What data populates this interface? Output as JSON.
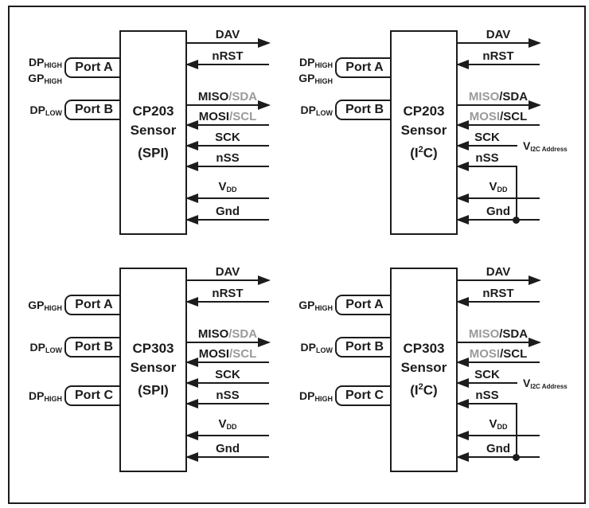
{
  "palette": {
    "ink": "#1c1c1c",
    "muted_protocol": "#9a9a9a",
    "background": "#ffffff"
  },
  "diagrams": [
    {
      "name": "CP203 Sensor (SPI)",
      "model": "CP203",
      "kind": "Sensor",
      "iface_pre": "(SPI)",
      "iface_sup": "",
      "iface_post": "",
      "ports": [
        {
          "name": "Port A",
          "pins": [
            {
              "t": "DP",
              "sub": "HIGH"
            },
            {
              "t": "GP",
              "sub": "HIGH"
            }
          ]
        },
        {
          "name": "Port B",
          "pins": [
            {
              "t": "DP",
              "sub": "LOW"
            }
          ]
        }
      ],
      "signals": [
        {
          "dir": "out",
          "parts": [
            {
              "t": "DAV",
              "c": ""
            }
          ]
        },
        {
          "dir": "in",
          "parts": [
            {
              "t": "nRST",
              "c": ""
            }
          ]
        },
        {
          "dir": "out",
          "parts": [
            {
              "t": "MISO",
              "c": ""
            },
            {
              "t": "/SDA",
              "c": "muted"
            }
          ]
        },
        {
          "dir": "in",
          "parts": [
            {
              "t": "MOSI",
              "c": ""
            },
            {
              "t": "/SCL",
              "c": "muted"
            }
          ]
        },
        {
          "dir": "in",
          "parts": [
            {
              "t": "SCK",
              "c": ""
            }
          ]
        },
        {
          "dir": "in",
          "parts": [
            {
              "t": "nSS",
              "c": ""
            }
          ]
        },
        {
          "dir": "in",
          "parts": [
            {
              "t": "V",
              "sub": "DD",
              "c": ""
            }
          ]
        },
        {
          "dir": "in",
          "parts": [
            {
              "t": "Gnd",
              "c": ""
            }
          ]
        }
      ]
    },
    {
      "name": "CP203 Sensor (I2C)",
      "model": "CP203",
      "kind": "Sensor",
      "iface_pre": "(I",
      "iface_sup": "2",
      "iface_post": "C)",
      "i2c_addr": {
        "t": "V",
        "sub": "I2C Address"
      },
      "ports": [
        {
          "name": "Port A",
          "pins": [
            {
              "t": "DP",
              "sub": "HIGH"
            },
            {
              "t": "GP",
              "sub": "HIGH"
            }
          ]
        },
        {
          "name": "Port B",
          "pins": [
            {
              "t": "DP",
              "sub": "LOW"
            }
          ]
        }
      ],
      "signals": [
        {
          "dir": "out",
          "parts": [
            {
              "t": "DAV",
              "c": ""
            }
          ]
        },
        {
          "dir": "in",
          "parts": [
            {
              "t": "nRST",
              "c": ""
            }
          ]
        },
        {
          "dir": "out",
          "parts": [
            {
              "t": "MISO",
              "c": "muted"
            },
            {
              "t": "/SDA",
              "c": ""
            }
          ]
        },
        {
          "dir": "in",
          "parts": [
            {
              "t": "MOSI",
              "c": "muted"
            },
            {
              "t": "/SCL",
              "c": ""
            }
          ]
        },
        {
          "dir": "in",
          "parts": [
            {
              "t": "SCK",
              "c": ""
            }
          ],
          "connects_to": "V I2C Address"
        },
        {
          "dir": "in",
          "parts": [
            {
              "t": "nSS",
              "c": ""
            }
          ],
          "tied_to_gnd": true
        },
        {
          "dir": "in",
          "parts": [
            {
              "t": "V",
              "sub": "DD",
              "c": ""
            }
          ]
        },
        {
          "dir": "in",
          "parts": [
            {
              "t": "Gnd",
              "c": ""
            }
          ]
        }
      ]
    },
    {
      "name": "CP303 Sensor (SPI)",
      "model": "CP303",
      "kind": "Sensor",
      "iface_pre": "(SPI)",
      "iface_sup": "",
      "iface_post": "",
      "ports": [
        {
          "name": "Port A",
          "pins": [
            {
              "t": "GP",
              "sub": "HIGH"
            }
          ]
        },
        {
          "name": "Port B",
          "pins": [
            {
              "t": "DP",
              "sub": "LOW"
            }
          ]
        },
        {
          "name": "Port C",
          "pins": [
            {
              "t": "DP",
              "sub": "HIGH"
            }
          ]
        }
      ],
      "signals": [
        {
          "dir": "out",
          "parts": [
            {
              "t": "DAV",
              "c": ""
            }
          ]
        },
        {
          "dir": "in",
          "parts": [
            {
              "t": "nRST",
              "c": ""
            }
          ]
        },
        {
          "dir": "out",
          "parts": [
            {
              "t": "MISO",
              "c": ""
            },
            {
              "t": "/SDA",
              "c": "muted"
            }
          ]
        },
        {
          "dir": "in",
          "parts": [
            {
              "t": "MOSI",
              "c": ""
            },
            {
              "t": "/SCL",
              "c": "muted"
            }
          ]
        },
        {
          "dir": "in",
          "parts": [
            {
              "t": "SCK",
              "c": ""
            }
          ]
        },
        {
          "dir": "in",
          "parts": [
            {
              "t": "nSS",
              "c": ""
            }
          ]
        },
        {
          "dir": "in",
          "parts": [
            {
              "t": "V",
              "sub": "DD",
              "c": ""
            }
          ]
        },
        {
          "dir": "in",
          "parts": [
            {
              "t": "Gnd",
              "c": ""
            }
          ]
        }
      ]
    },
    {
      "name": "CP303 Sensor (I2C)",
      "model": "CP303",
      "kind": "Sensor",
      "iface_pre": "(I",
      "iface_sup": "2",
      "iface_post": "C)",
      "i2c_addr": {
        "t": "V",
        "sub": "I2C Address"
      },
      "ports": [
        {
          "name": "Port A",
          "pins": [
            {
              "t": "GP",
              "sub": "HIGH"
            }
          ]
        },
        {
          "name": "Port B",
          "pins": [
            {
              "t": "DP",
              "sub": "LOW"
            }
          ]
        },
        {
          "name": "Port C",
          "pins": [
            {
              "t": "DP",
              "sub": "HIGH"
            }
          ]
        }
      ],
      "signals": [
        {
          "dir": "out",
          "parts": [
            {
              "t": "DAV",
              "c": ""
            }
          ]
        },
        {
          "dir": "in",
          "parts": [
            {
              "t": "nRST",
              "c": ""
            }
          ]
        },
        {
          "dir": "out",
          "parts": [
            {
              "t": "MISO",
              "c": "muted"
            },
            {
              "t": "/SDA",
              "c": ""
            }
          ]
        },
        {
          "dir": "in",
          "parts": [
            {
              "t": "MOSI",
              "c": "muted"
            },
            {
              "t": "/SCL",
              "c": ""
            }
          ]
        },
        {
          "dir": "in",
          "parts": [
            {
              "t": "SCK",
              "c": ""
            }
          ],
          "connects_to": "V I2C Address"
        },
        {
          "dir": "in",
          "parts": [
            {
              "t": "nSS",
              "c": ""
            }
          ],
          "tied_to_gnd": true
        },
        {
          "dir": "in",
          "parts": [
            {
              "t": "V",
              "sub": "DD",
              "c": ""
            }
          ]
        },
        {
          "dir": "in",
          "parts": [
            {
              "t": "Gnd",
              "c": ""
            }
          ]
        }
      ]
    }
  ]
}
